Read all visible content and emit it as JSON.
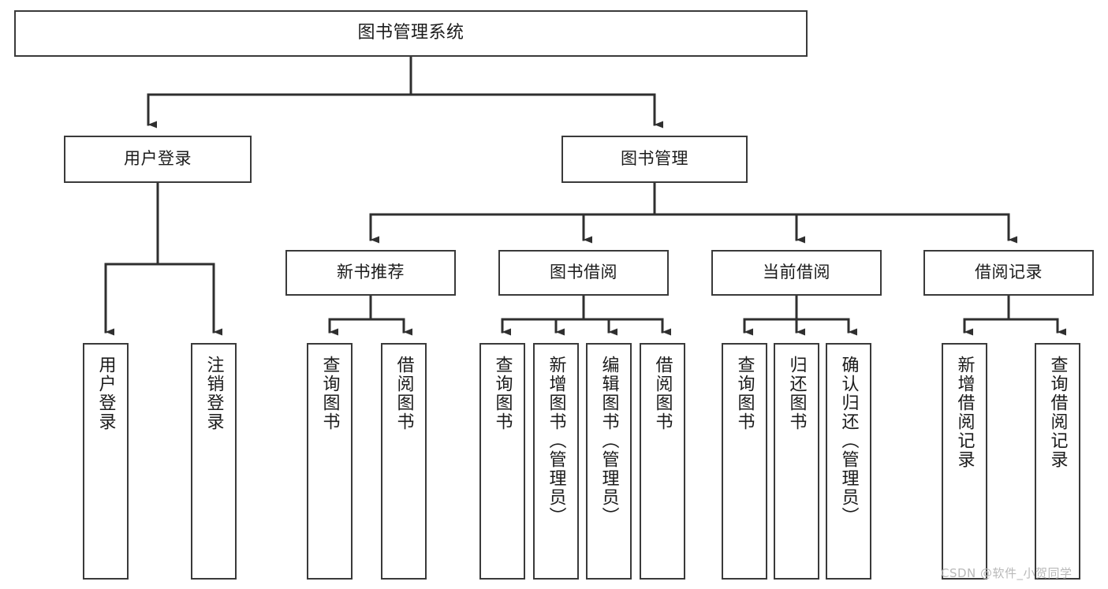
{
  "diagram": {
    "type": "tree",
    "title": "图书管理系统",
    "orientation": "top-down",
    "colors": {
      "box_border": "#3a3a3a",
      "box_fill": "#ffffff",
      "connector": "#2f2f2f",
      "text": "#1b1b1b",
      "watermark": "#b9b9b9"
    },
    "root": {
      "label": "图书管理系统"
    },
    "level2": [
      {
        "id": "user-login",
        "label": "用户登录"
      },
      {
        "id": "book-manage",
        "label": "图书管理"
      }
    ],
    "level3": [
      {
        "id": "new-book-recommend",
        "label": "新书推荐"
      },
      {
        "id": "book-borrow",
        "label": "图书借阅"
      },
      {
        "id": "current-borrow",
        "label": "当前借阅"
      },
      {
        "id": "borrow-record",
        "label": "借阅记录"
      }
    ],
    "leaves": {
      "user_login": [
        {
          "id": "leaf-user-login",
          "label": "用户登录"
        },
        {
          "id": "leaf-logout-login",
          "label": "注销登录"
        }
      ],
      "new_book_recommend": [
        {
          "id": "leaf-query-book-1",
          "label": "查询图书"
        },
        {
          "id": "leaf-borrow-book-1",
          "label": "借阅图书"
        }
      ],
      "book_borrow": [
        {
          "id": "leaf-query-book-2",
          "label": "查询图书"
        },
        {
          "id": "leaf-add-book",
          "label": "新增图书（管理员）"
        },
        {
          "id": "leaf-edit-book",
          "label": "编辑图书（管理员）"
        },
        {
          "id": "leaf-borrow-book-2",
          "label": "借阅图书"
        }
      ],
      "current_borrow": [
        {
          "id": "leaf-query-book-3",
          "label": "查询图书"
        },
        {
          "id": "leaf-return-book",
          "label": "归还图书"
        },
        {
          "id": "leaf-confirm-return",
          "label": "确认归还（管理员）"
        }
      ],
      "borrow_record": [
        {
          "id": "leaf-add-record",
          "label": "新增借阅记录"
        },
        {
          "id": "leaf-query-record",
          "label": "查询借阅记录"
        }
      ]
    }
  },
  "watermark": {
    "text": "CSDN @软件_小贺同学"
  }
}
